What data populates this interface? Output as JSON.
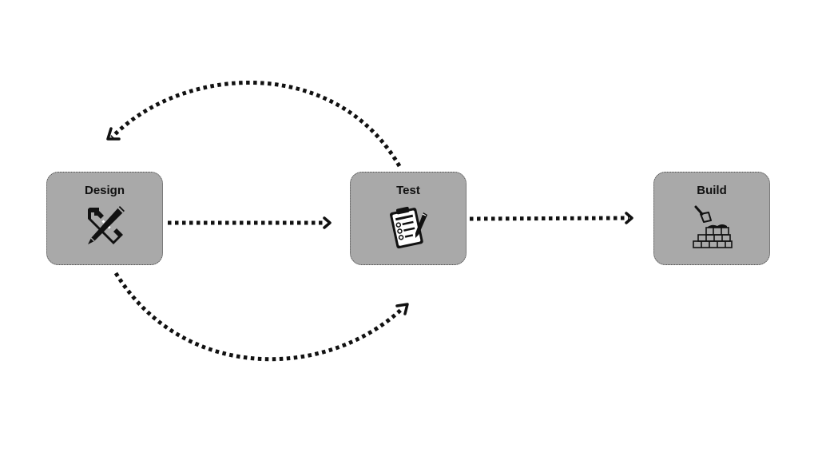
{
  "diagram": {
    "colors": {
      "background": "#ffffff",
      "node_fill": "#a9a9a9",
      "node_border": "#4a4a4a",
      "arrow": "#111111"
    },
    "nodes": [
      {
        "id": "design",
        "label": "Design",
        "icon": "ruler-pencil-icon"
      },
      {
        "id": "test",
        "label": "Test",
        "icon": "clipboard-checklist-icon"
      },
      {
        "id": "build",
        "label": "Build",
        "icon": "trowel-brick-wall-icon"
      }
    ],
    "edges": [
      {
        "from": "design",
        "to": "test",
        "style": "dotted",
        "shape": "straight"
      },
      {
        "from": "test",
        "to": "build",
        "style": "dotted",
        "shape": "straight"
      },
      {
        "from": "design",
        "to": "test",
        "style": "dotted",
        "shape": "curved-below"
      },
      {
        "from": "test",
        "to": "design",
        "style": "dotted",
        "shape": "curved-above"
      }
    ]
  }
}
